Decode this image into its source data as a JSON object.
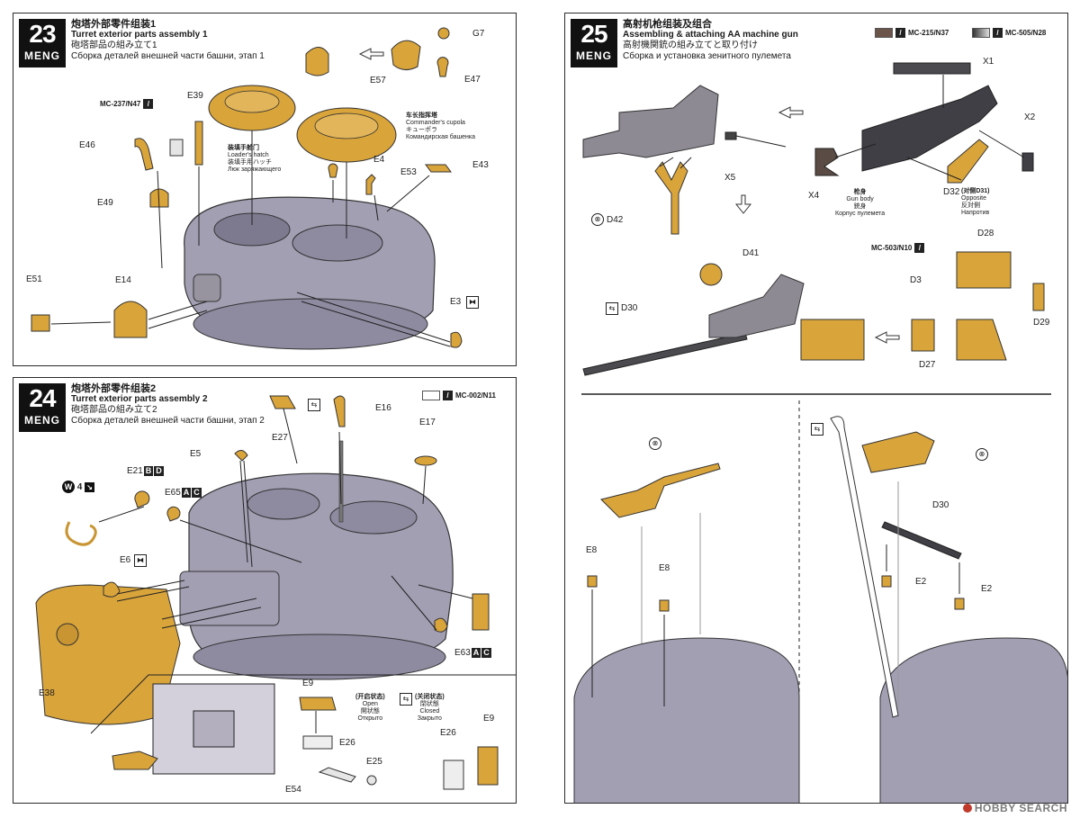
{
  "steps": {
    "s23": {
      "num": "23",
      "brand": "MENG",
      "title_zh": "炮塔外部零件组装1",
      "title_en": "Turret exterior parts assembly 1",
      "title_ja": "砲塔部品の組み立て1",
      "title_ru": "Сборка деталей внешней части башни, этап 1",
      "paint": "MC-237/N47",
      "parts": [
        "G7",
        "E57",
        "E47",
        "E39",
        "E46",
        "E49",
        "E4",
        "E53",
        "E43",
        "E51",
        "E14",
        "E3"
      ],
      "hatch": {
        "zh": "装填手舱门",
        "en": "Loader's hatch",
        "ja": "装填手用ハッチ",
        "ru": "Люк заряжающего"
      },
      "cupola": {
        "zh": "车长指挥塔",
        "en": "Commander's cupola",
        "ja": "キューポラ",
        "ru": "Командирская башенка"
      }
    },
    "s24": {
      "num": "24",
      "brand": "MENG",
      "title_zh": "炮塔外部零件组装2",
      "title_en": "Turret exterior parts assembly 2",
      "title_ja": "砲塔部品の組み立て2",
      "title_ru": "Сборка деталей внешней части башни, этап 2",
      "paint": "MC-002/N11",
      "w_count": "4",
      "parts": [
        "E27",
        "E16",
        "E17",
        "E5",
        "E21",
        "E65",
        "E6",
        "E38",
        "E63",
        "E9",
        "E26",
        "E25",
        "E54",
        "E26",
        "E9"
      ],
      "e21_badge": [
        "B",
        "D"
      ],
      "e65_badge": [
        "A",
        "C"
      ],
      "e63_badge": [
        "A",
        "C"
      ],
      "open": {
        "zh": "(开启状态)",
        "ja": "開状態",
        "en": "Open",
        "ru": "Открыто"
      },
      "closed": {
        "zh": "(关闭状态)",
        "ja": "閉状態",
        "en": "Closed",
        "ru": "Закрыто"
      }
    },
    "s25": {
      "num": "25",
      "brand": "MENG",
      "title_zh": "高射机枪组装及组合",
      "title_en": "Assembling & attaching AA machine gun",
      "title_ja": "高射機関銃の組み立てと取り付け",
      "title_ru": "Сборка и установка зенитного пулемета",
      "paint1": "MC-215/N37",
      "paint2": "MC-505/N28",
      "paint3": "MC-503/N10",
      "parts": [
        "X1",
        "X2",
        "X5",
        "X4",
        "D32",
        "D42",
        "D41",
        "D28",
        "D30",
        "D3",
        "D29",
        "D27",
        "E8",
        "E8",
        "D30",
        "E2",
        "E2"
      ],
      "d32_note": "(对侧D31)",
      "d32_opp_en": "Opposite",
      "d32_opp_ja": "反対側",
      "d32_opp_ru": "Напротив",
      "gunbody": {
        "zh": "枪身",
        "en": "Gun body",
        "ja": "銃身",
        "ru": "Корпус пулемета"
      }
    }
  },
  "colors": {
    "tan": "#d9a43a",
    "grey": "#a39fb3",
    "black": "#111111"
  },
  "footer": "HOBBY SEARCH"
}
